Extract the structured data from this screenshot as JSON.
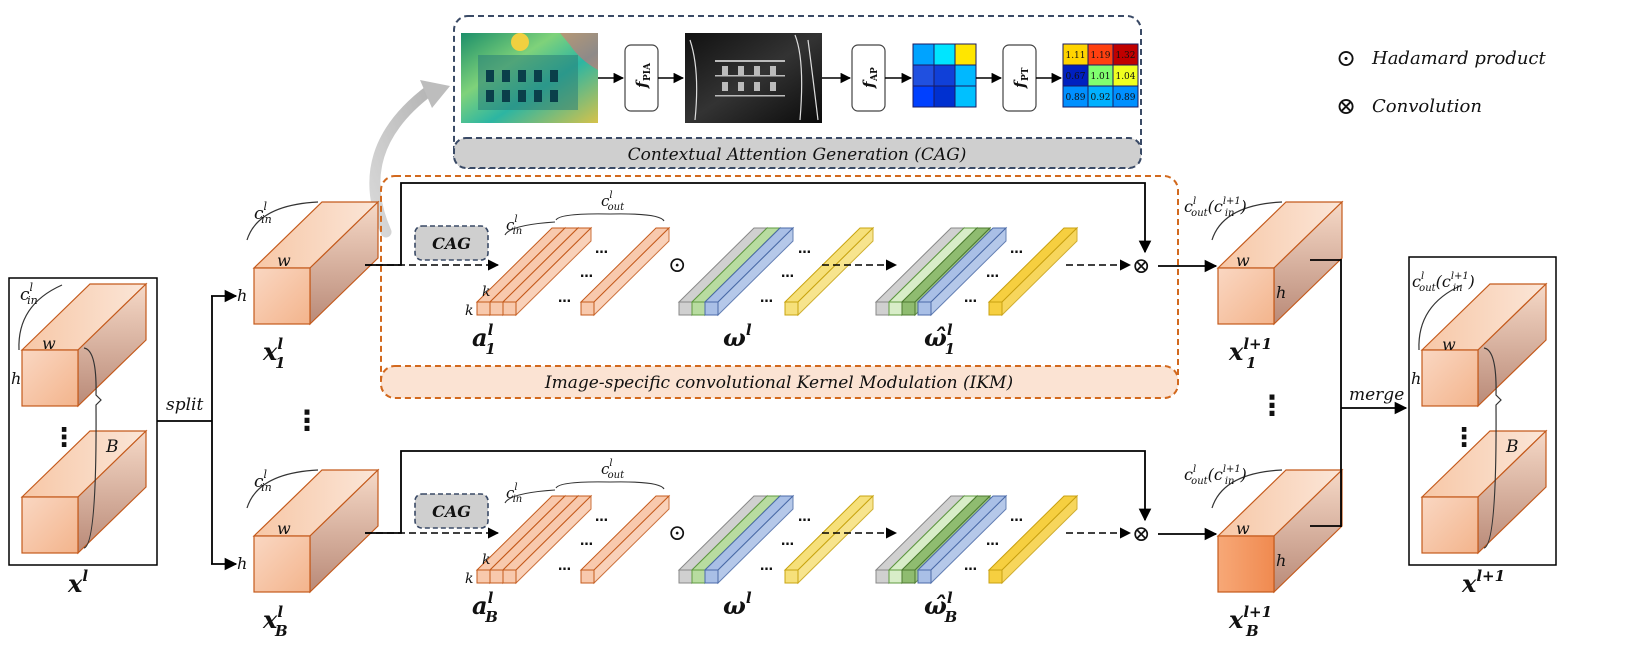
{
  "legend": {
    "hadamard_symbol": "⊙",
    "hadamard_label": "Hadamard product",
    "conv_symbol": "⊗",
    "conv_label": "Convolution"
  },
  "cag": {
    "title": "Contextual Attention Generation (CAG)",
    "ops": [
      "f",
      "f",
      "f"
    ],
    "op_subs": [
      "PIA",
      "AP",
      "PT"
    ],
    "input_image": "rgb-attention-building-image",
    "pia_image": "grayscale-edge-building-image",
    "ap_grid_colors": [
      "#00a3ff",
      "#00e5ff",
      "#ffe600",
      "#2050e0",
      "#1040d8",
      "#00b8ff",
      "#0040ff",
      "#0030d0",
      "#00c0ff"
    ],
    "pt_values": [
      "1.11",
      "1.19",
      "1.32",
      "0.67",
      "1.01",
      "1.04",
      "0.89",
      "0.92",
      "0.89"
    ],
    "pt_colors": [
      "#ffd400",
      "#ff4010",
      "#c00000",
      "#0020c0",
      "#80ff70",
      "#f0ff20",
      "#0090ff",
      "#00b0ff",
      "#0090ff"
    ]
  },
  "ikm": {
    "title": "Image-specific convolutional Kernel Modulation (IKM)",
    "cag_tag": "CAG"
  },
  "input": {
    "c_in": "c",
    "c_in_sub": "in",
    "c_in_sup": "l",
    "w": "w",
    "h": "h",
    "B": "B",
    "dots": "⋮",
    "name": "x",
    "name_sup": "l"
  },
  "split_label": "split",
  "merge_label": "merge",
  "branches": [
    {
      "cin": "c",
      "cin_sub": "in",
      "cin_sup": "l",
      "w": "w",
      "h": "h",
      "x_name": "x",
      "x_sub": "1",
      "x_sup": "l",
      "a_name": "a",
      "a_sub": "1",
      "a_sup": "l",
      "k": "k",
      "cout": "c",
      "cout_sub": "out",
      "cout_sup": "l",
      "omega": "ω",
      "omega_sup": "l",
      "omega_hat": "ω̂",
      "omega_hat_sub": "1",
      "omega_hat_sup": "l",
      "out_label": "c",
      "out_label_sub": "out",
      "out_label_sup": "l",
      "out_paren": "(c",
      "out_paren_sub": "in",
      "out_paren_sup": "l+1",
      "out_paren_close": ")",
      "xo_name": "x",
      "xo_sub": "1",
      "xo_sup": "l+1",
      "cag_tag": "CAG"
    },
    {
      "cin": "c",
      "cin_sub": "in",
      "cin_sup": "l",
      "w": "w",
      "h": "h",
      "x_name": "x",
      "x_sub": "B",
      "x_sup": "l",
      "a_name": "a",
      "a_sub": "B",
      "a_sup": "l",
      "k": "k",
      "cout": "c",
      "cout_sub": "out",
      "cout_sup": "l",
      "omega": "ω",
      "omega_sup": "l",
      "omega_hat": "ω̂",
      "omega_hat_sub": "B",
      "omega_hat_sup": "l",
      "out_label": "c",
      "out_label_sub": "out",
      "out_label_sup": "l",
      "out_paren": "(c",
      "out_paren_sub": "in",
      "out_paren_sup": "l+1",
      "out_paren_close": ")",
      "xo_name": "x",
      "xo_sub": "B",
      "xo_sup": "l+1",
      "cag_tag": "CAG"
    }
  ],
  "branch_dots": "⋮",
  "ellipsis": "…",
  "output": {
    "c_label": "c",
    "c_sub": "out",
    "c_sup": "l",
    "paren": "(c",
    "paren_sub": "in",
    "paren_sup": "l+1",
    "paren_close": ")",
    "w": "w",
    "h": "h",
    "B": "B",
    "dots": "⋮",
    "name": "x",
    "name_sup": "l+1"
  }
}
